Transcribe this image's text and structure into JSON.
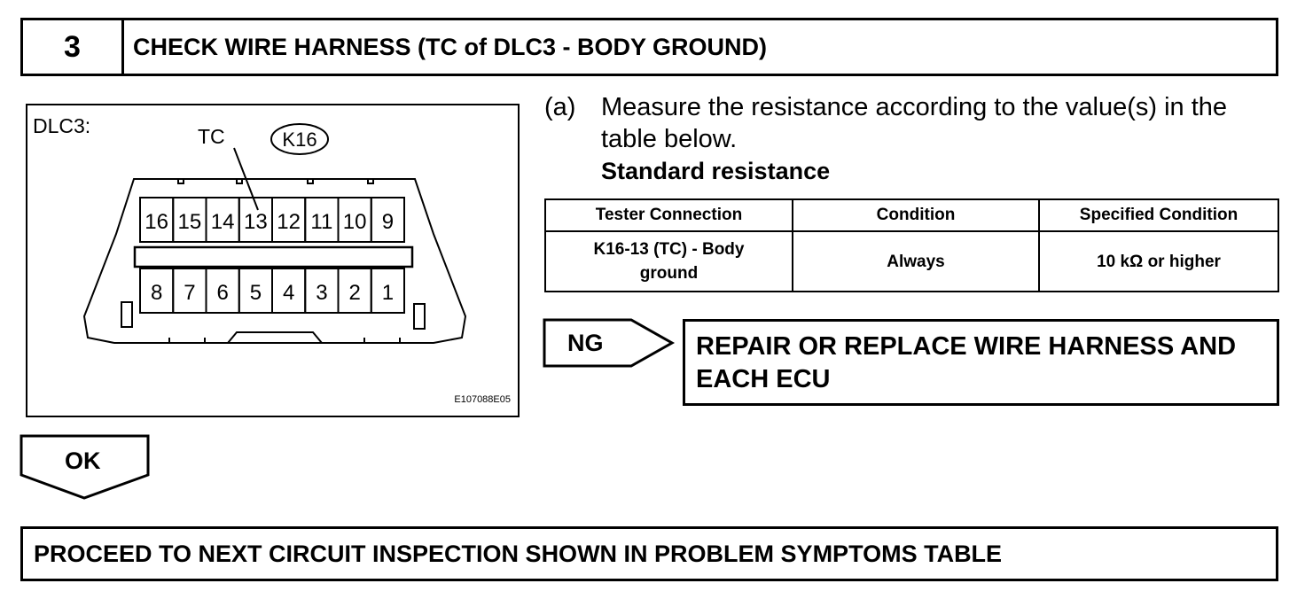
{
  "step": {
    "number": "3",
    "title": "CHECK WIRE HARNESS (TC of DLC3 - BODY GROUND)"
  },
  "diagram": {
    "connector_label": "DLC3:",
    "pointer_label": "TC",
    "connector_code": "K16",
    "top_pins": [
      "16",
      "15",
      "14",
      "13",
      "12",
      "11",
      "10",
      "9"
    ],
    "bottom_pins": [
      "8",
      "7",
      "6",
      "5",
      "4",
      "3",
      "2",
      "1"
    ],
    "figure_code": "E107088E05"
  },
  "instruction": {
    "letter": "(a)",
    "text": "Measure the resistance according to the value(s) in the table below.",
    "standard_label": "Standard resistance"
  },
  "table": {
    "headers": [
      "Tester Connection",
      "Condition",
      "Specified Condition"
    ],
    "rows": [
      [
        "K16-13 (TC) - Body ground",
        "Always",
        "10 kΩ or higher"
      ]
    ]
  },
  "ng": {
    "label": "NG",
    "action": "REPAIR OR REPLACE WIRE HARNESS AND EACH ECU"
  },
  "ok": {
    "label": "OK"
  },
  "proceed": {
    "text": "PROCEED TO NEXT CIRCUIT INSPECTION SHOWN IN PROBLEM SYMPTOMS TABLE"
  }
}
